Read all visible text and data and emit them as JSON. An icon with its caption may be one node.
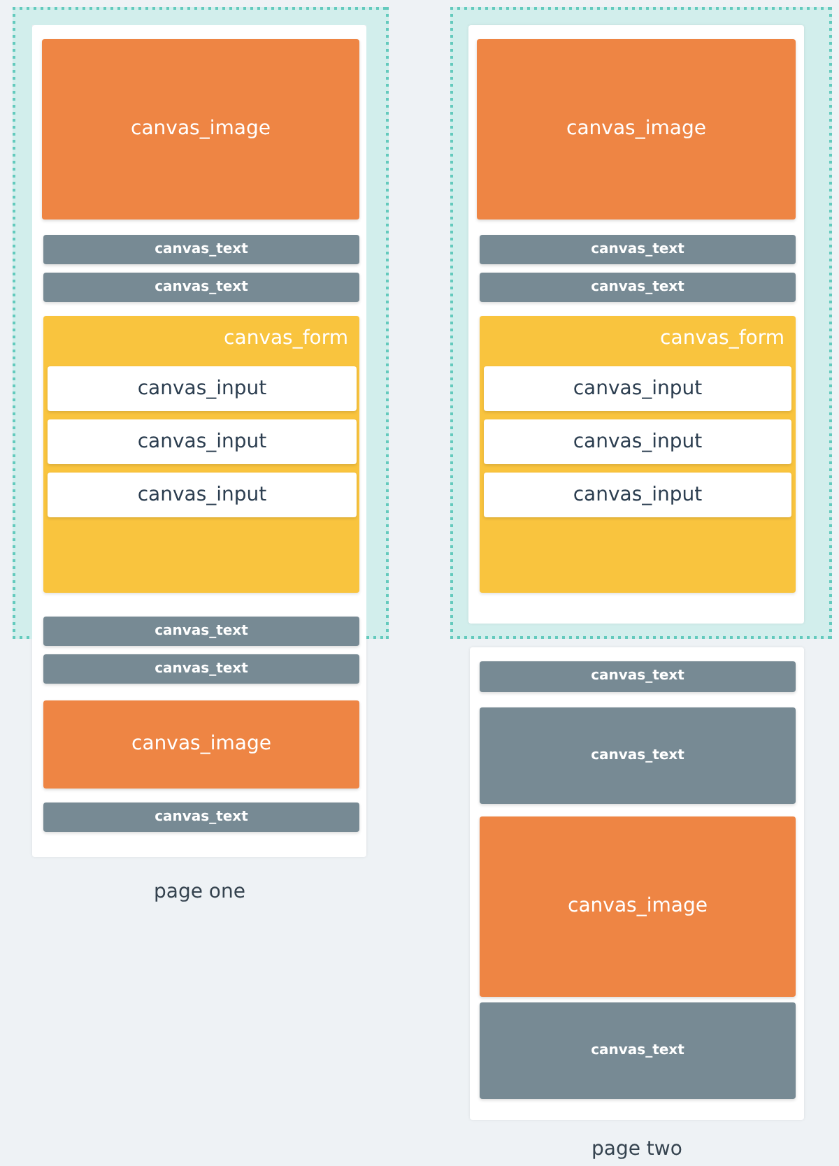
{
  "diagram": {
    "nodes": [
      {
        "text": [],
        "shape": "box"
      },
      {
        "text": [],
        "shape": "box",
        "beside": [
          "page one"
        ]
      },
      {
        "text": [
          "canvas_image"
        ],
        "in": 0
      },
      {
        "text": [
          "canvas_text"
        ],
        "in": 0
      },
      {
        "text": [
          "canvas_text"
        ],
        "in": 0
      },
      {
        "text": [
          "canvas_form"
        ],
        "in": 0
      },
      {
        "text": [
          "canvas_input"
        ],
        "in": 5
      },
      {
        "text": [
          "canvas_input"
        ],
        "in": 5
      },
      {
        "text": [
          "canvas_input"
        ],
        "in": 5
      },
      {
        "text": [
          "canvas_text"
        ],
        "in": 1
      },
      {
        "text": [
          "canvas_text"
        ],
        "in": 1
      },
      {
        "text": [
          "canvas_image"
        ],
        "in": 1
      },
      {
        "text": [
          "canvas_text"
        ],
        "in": 1
      },
      {
        "text": [],
        "shape": "box"
      },
      {
        "text": [],
        "shape": "box",
        "in": 13
      },
      {
        "text": [
          "canvas_image"
        ],
        "in": 14
      },
      {
        "text": [
          "canvas_text"
        ],
        "in": 14
      },
      {
        "text": [
          "canvas_text"
        ],
        "in": 14
      },
      {
        "text": [
          "canvas_form"
        ],
        "in": 14
      },
      {
        "text": [
          "canvas_input"
        ],
        "in": 18
      },
      {
        "text": [
          "canvas_input"
        ],
        "in": 18
      },
      {
        "text": [
          "canvas_input"
        ],
        "in": 18
      },
      {
        "text": [],
        "shape": "box",
        "beside": [
          "page two"
        ]
      },
      {
        "text": [
          "canvas_text"
        ],
        "in": 22
      },
      {
        "text": [
          "canvas_text"
        ],
        "in": 22
      },
      {
        "text": [
          "canvas_image"
        ],
        "in": 22
      },
      {
        "text": [
          "canvas_text"
        ],
        "in": 22
      }
    ]
  }
}
